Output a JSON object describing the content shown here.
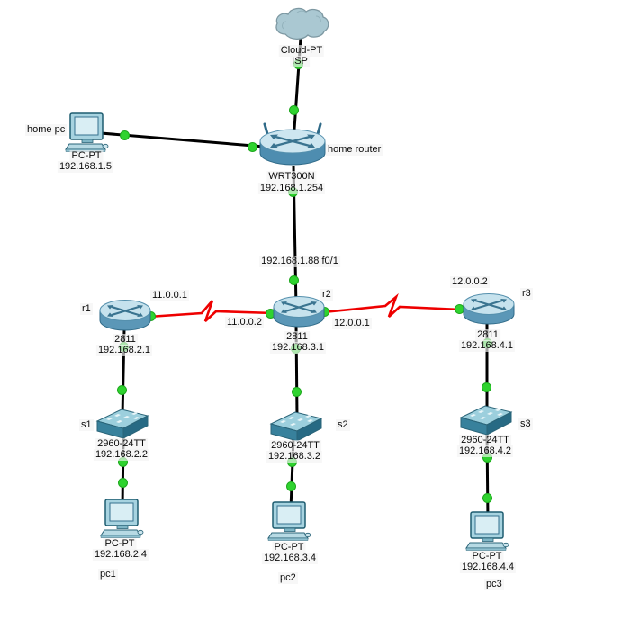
{
  "colors": {
    "ethernet_link": "#000000",
    "serial_link": "#ee0000",
    "port_status_up": "#2fd32f",
    "canvas_background": "#ffffff"
  },
  "devices": [
    {
      "name": "ISP",
      "model": "Cloud-PT",
      "icon": "cloud-icon"
    },
    {
      "name": "home pc",
      "model": "PC-PT",
      "ip": "192.168.1.5",
      "icon": "pc-icon"
    },
    {
      "name": "home router",
      "model": "WRT300N",
      "ip": "192.168.1.254",
      "icon": "wireless-router-icon"
    },
    {
      "name": "r1",
      "model": "2811",
      "ip": "192.168.2.1",
      "icon": "router-icon"
    },
    {
      "name": "r2",
      "model": "2811",
      "ip": "192.168.3.1",
      "icon": "router-icon"
    },
    {
      "name": "r3",
      "model": "2811",
      "ip": "192.168.4.1",
      "icon": "router-icon"
    },
    {
      "name": "s1",
      "model": "2960-24TT",
      "ip": "192.168.2.2",
      "icon": "switch-icon"
    },
    {
      "name": "s2",
      "model": "2960-24TT",
      "ip": "192.168.3.2",
      "icon": "switch-icon"
    },
    {
      "name": "s3",
      "model": "2960-24TT",
      "ip": "192.168.4.2",
      "icon": "switch-icon"
    },
    {
      "name": "pc1",
      "model": "PC-PT",
      "ip": "192.168.2.4",
      "icon": "pc-icon"
    },
    {
      "name": "pc2",
      "model": "PC-PT",
      "ip": "192.168.3.4",
      "icon": "pc-icon"
    },
    {
      "name": "pc3",
      "model": "PC-PT",
      "ip": "192.168.4.4",
      "icon": "pc-icon"
    }
  ],
  "link_labels": [
    "192.168.1.88 f0/1",
    "11.0.0.1",
    "11.0.0.2",
    "12.0.0.1",
    "12.0.0.2"
  ]
}
